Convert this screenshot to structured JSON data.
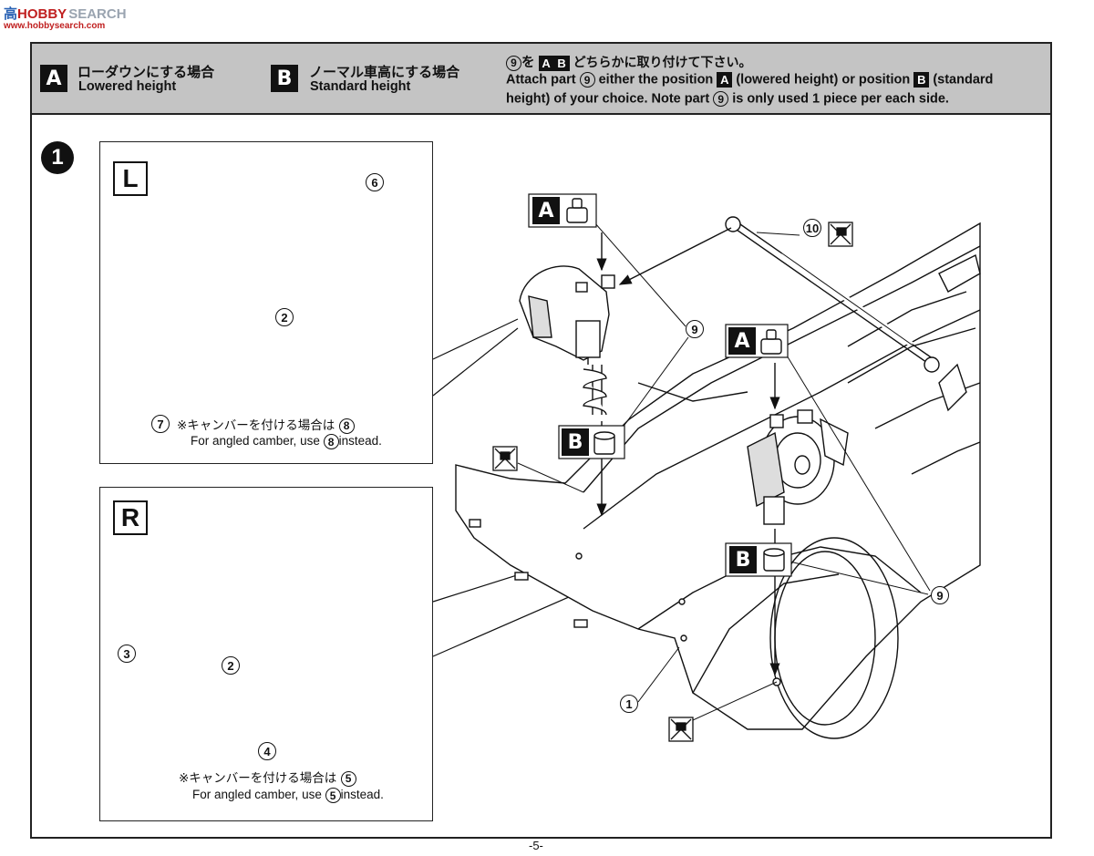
{
  "watermark": {
    "logo_a": "高",
    "logo_b": "HOBBY",
    "search": "SEARCH",
    "url": "www.hobbysearch.com"
  },
  "header": {
    "a_label": "A",
    "a_jp": "ローダウンにする場合",
    "a_en": "Lowered height",
    "b_label": "B",
    "b_jp": "ノーマル車高にする場合",
    "b_en": "Standard height",
    "note_jp_part": "9",
    "note_jp_a": "A",
    "note_jp_b": "B",
    "note_jp_pre": "を",
    "note_jp_post": "どちらかに取り付けて下さい。",
    "note_en_1a": "Attach part",
    "note_en_part": "9",
    "note_en_1b": "either the position",
    "note_en_a": "A",
    "note_en_1c": "(lowered height) or position",
    "note_en_b": "B",
    "note_en_1d": "(standard",
    "note_en_2a": "height) of your choice. Note part",
    "note_en_2b": "is only used 1 piece per each side."
  },
  "step": {
    "number": "1"
  },
  "panel_left": {
    "label": "L",
    "parts": [
      "6",
      "2",
      "7"
    ],
    "note_jp": "※キャンバーを付ける場合は",
    "note_part": "8",
    "note_en_a": "For angled camber, use",
    "note_en_b": "instead."
  },
  "panel_right": {
    "label": "R",
    "parts": [
      "3",
      "2",
      "4"
    ],
    "note_jp": "※キャンバーを付ける場合は",
    "note_part": "5",
    "note_en_a": "For angled camber, use",
    "note_en_b": "instead."
  },
  "main": {
    "position_a": "A",
    "position_b": "B",
    "parts": [
      "10",
      "9",
      "9",
      "1"
    ]
  },
  "footer": {
    "page": "-5-"
  }
}
